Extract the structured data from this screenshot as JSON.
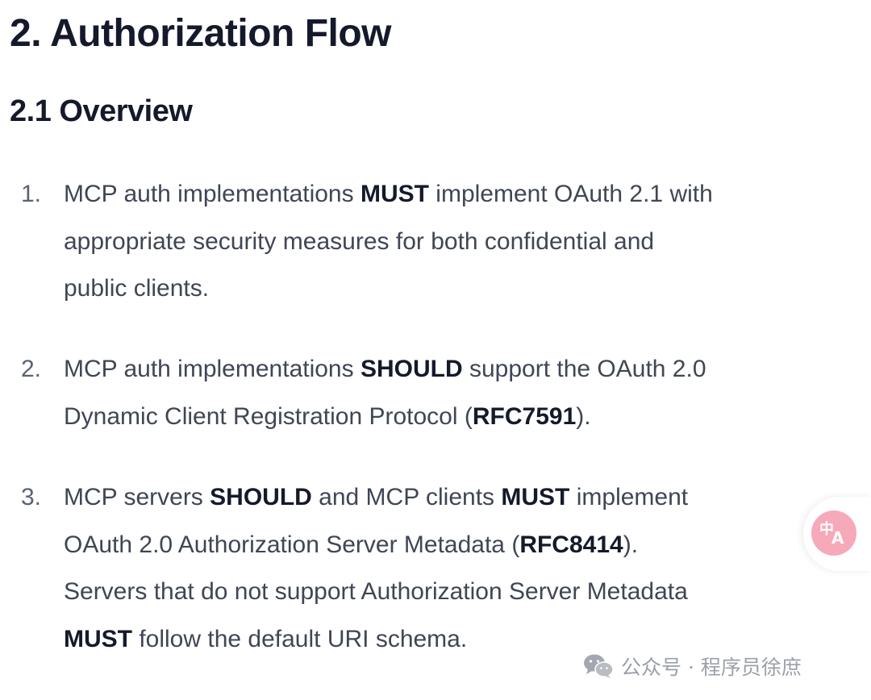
{
  "heading": "2. Authorization Flow",
  "subheading": "2.1 Overview",
  "items": [
    {
      "number": "1.",
      "lines": [
        [
          "MCP auth implementations ",
          "MUST",
          " implement OAuth 2.1 with"
        ],
        [
          "appropriate security measures for both confidential and"
        ],
        [
          "public clients."
        ]
      ]
    },
    {
      "number": "2.",
      "lines": [
        [
          "MCP auth implementations ",
          "SHOULD",
          " support the OAuth 2.0"
        ],
        [
          "Dynamic Client Registration Protocol (",
          "RFC7591",
          ")."
        ]
      ]
    },
    {
      "number": "3.",
      "lines": [
        [
          "MCP servers ",
          "SHOULD",
          " and MCP clients ",
          "MUST",
          " implement"
        ],
        [
          "OAuth 2.0 Authorization Server Metadata (",
          "RFC8414",
          ")."
        ],
        [
          "Servers that do not support Authorization Server Metadata"
        ],
        [
          "",
          "MUST",
          " follow the default URI schema."
        ]
      ]
    }
  ],
  "translate_button": {
    "icon": "translate-icon",
    "glyph_zh": "中",
    "glyph_en": "A",
    "color": "#f6a9b9"
  },
  "watermark": {
    "icon": "wechat-icon",
    "text": "公众号 · 程序员徐庶"
  }
}
